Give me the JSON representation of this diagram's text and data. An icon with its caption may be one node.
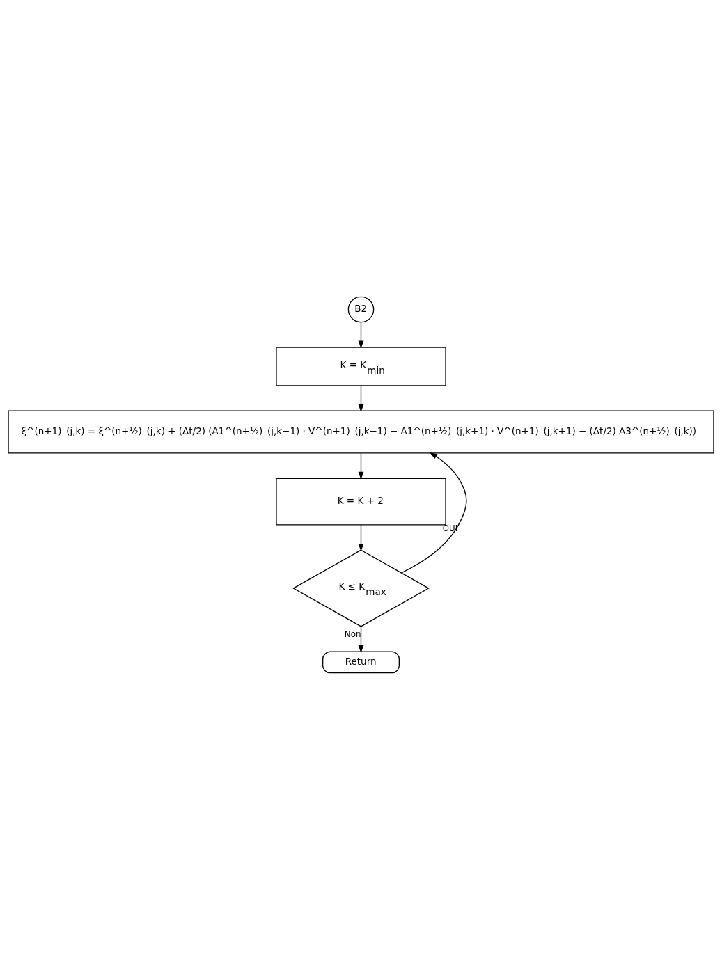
{
  "diagram": {
    "nodes": [
      {
        "text": [
          "B2"
        ]
      },
      {
        "text": [
          "K = K$_{min}$"
        ]
      },
      {
        "text": [
          "ξ^(n+1)_(j,k) = ξ^(n+½)_(j,k) + (Δt/2) (A1^(n+½)_(j,k−1) · V^(n+1)_(j,k−1) − A1^(n+½)_(j,k+1) · V^(n+1)_(j,k+1) − (Δt/2) A3^(n+½)_(j,k))"
        ]
      },
      {
        "text": [
          "K = K + 2"
        ]
      },
      {
        "text": [
          "K ≤ K$_{max}$"
        ]
      },
      {
        "text": [
          "Return"
        ]
      }
    ],
    "edges": [
      {
        "from": 0,
        "to": 1,
        "arrow": "to"
      },
      {
        "from": 1,
        "to": 2,
        "arrow": "to"
      },
      {
        "from": 2,
        "to": 3,
        "arrow": "to"
      },
      {
        "from": 3,
        "to": 4,
        "arrow": "to"
      },
      {
        "from": 4,
        "to": 2,
        "arrow": "to",
        "label": "OUI"
      },
      {
        "from": 4,
        "to": 5,
        "arrow": "to",
        "label": "Non"
      }
    ]
  }
}
